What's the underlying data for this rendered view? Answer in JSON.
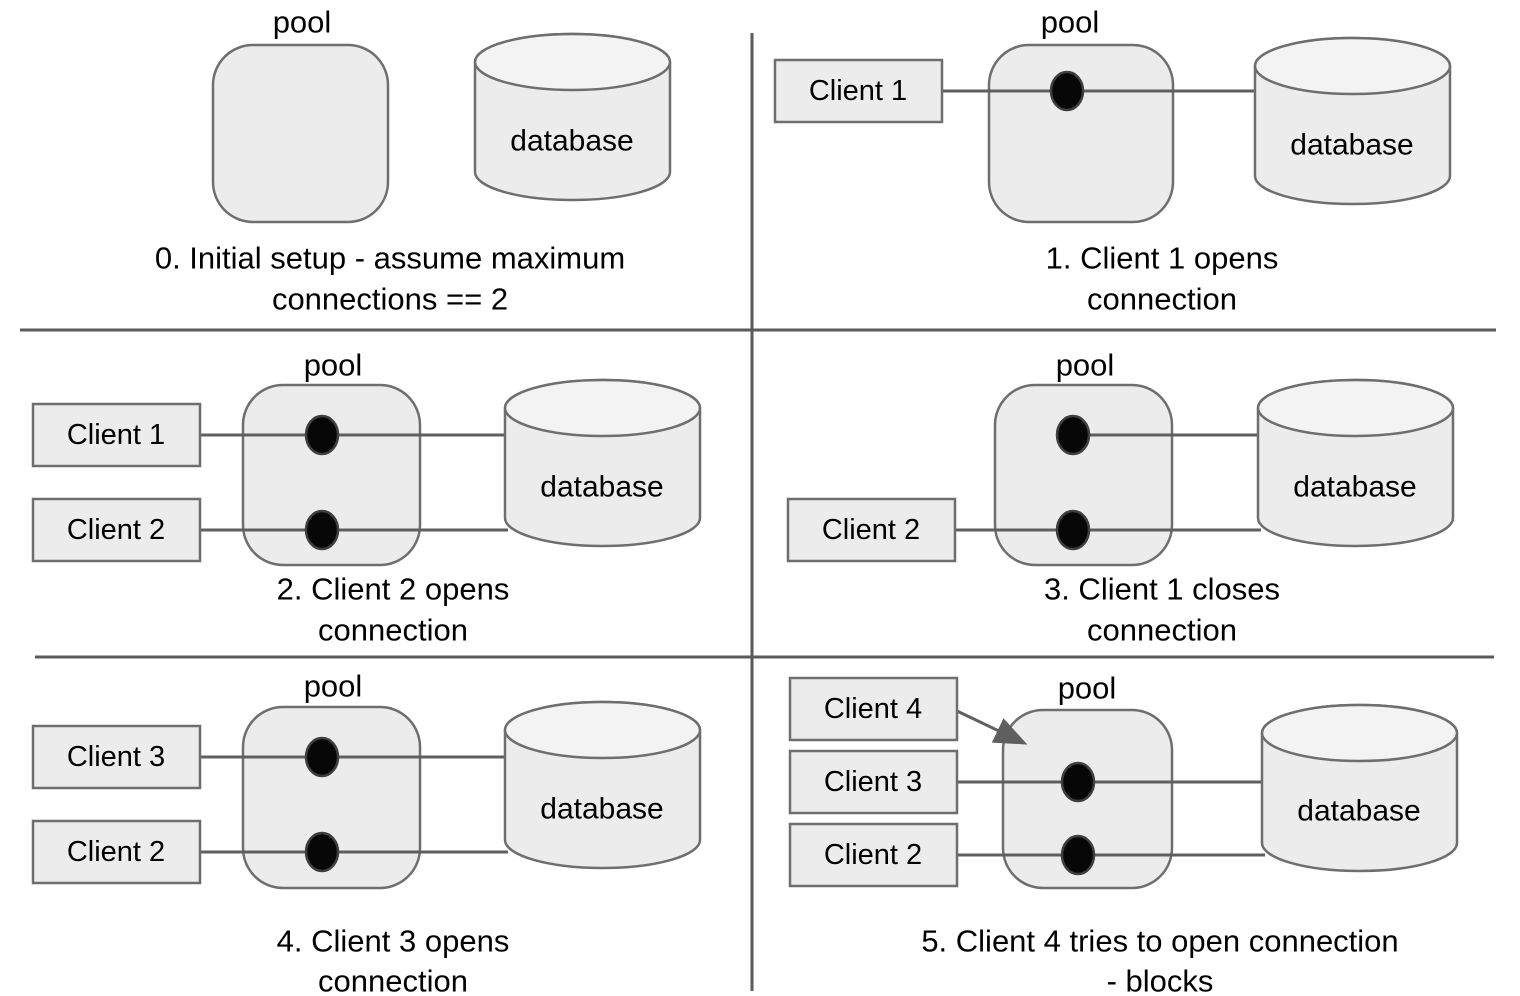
{
  "colors": {
    "shape_fill": "#ececec",
    "cylinder_top_fill": "#f3f3f3",
    "shape_stroke": "#6e6e6e",
    "line": "#5f5f5f",
    "divider": "#5a5a5a",
    "dot": "#070707",
    "dot_ring": "#3f3f3f",
    "text": "#000000"
  },
  "panels": [
    {
      "pool_label": "pool",
      "database_label": "database",
      "clients": [],
      "open_connections": 0,
      "caption": [
        "0. Initial setup - assume maximum",
        "connections == 2"
      ]
    },
    {
      "pool_label": "pool",
      "database_label": "database",
      "clients": [
        "Client 1"
      ],
      "open_connections": 1,
      "caption": [
        "1. Client 1 opens",
        "connection"
      ]
    },
    {
      "pool_label": "pool",
      "database_label": "database",
      "clients": [
        "Client 1",
        "Client 2"
      ],
      "open_connections": 2,
      "caption": [
        "2. Client 2 opens",
        "connection"
      ]
    },
    {
      "pool_label": "pool",
      "database_label": "database",
      "clients": [
        "Client 2"
      ],
      "open_connections": 2,
      "caption": [
        "3. Client 1 closes",
        "connection"
      ]
    },
    {
      "pool_label": "pool",
      "database_label": "database",
      "clients": [
        "Client 3",
        "Client 2"
      ],
      "open_connections": 2,
      "caption": [
        "4. Client 3 opens",
        "connection"
      ]
    },
    {
      "pool_label": "pool",
      "database_label": "database",
      "clients": [
        "Client 4",
        "Client 3",
        "Client 2"
      ],
      "open_connections": 2,
      "caption": [
        "5. Client 4 tries to open connection",
        "- blocks"
      ]
    }
  ]
}
